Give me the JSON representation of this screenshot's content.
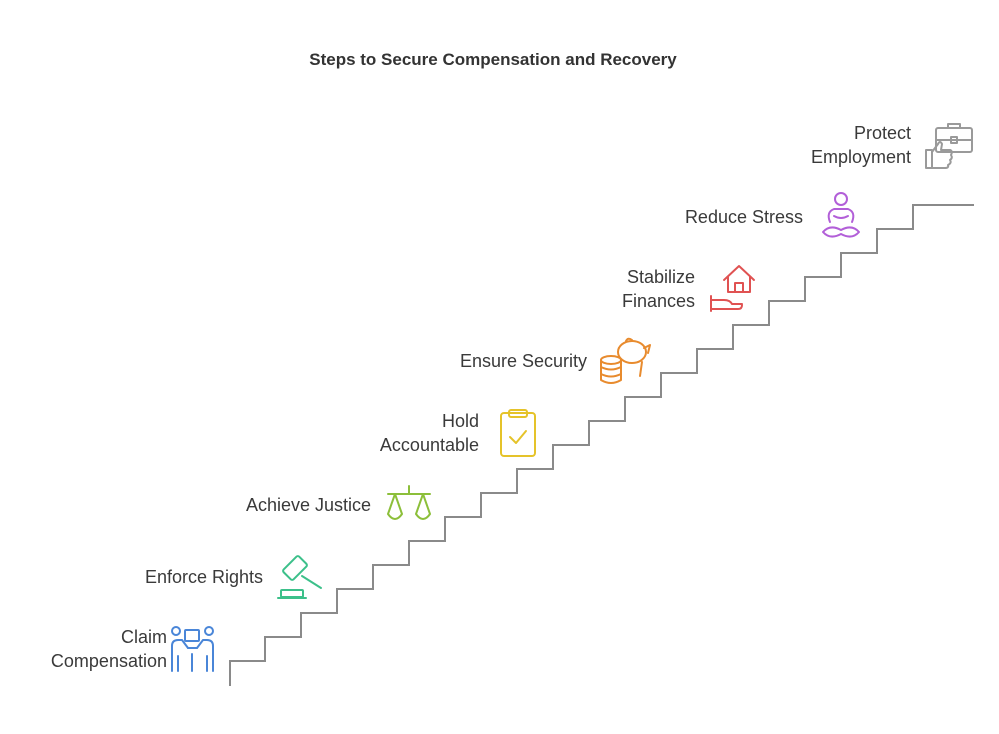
{
  "title": "Steps to Secure Compensation and Recovery",
  "steps": [
    {
      "lines": [
        "Claim",
        "Compensation"
      ],
      "icon": "handshake-people-icon",
      "color": "#4a86d8"
    },
    {
      "lines": [
        "Enforce Rights"
      ],
      "icon": "gavel-icon",
      "color": "#3cc08a"
    },
    {
      "lines": [
        "Achieve Justice"
      ],
      "icon": "scales-icon",
      "color": "#8cbf3a"
    },
    {
      "lines": [
        "Hold",
        "Accountable"
      ],
      "icon": "clipboard-check-icon",
      "color": "#e5c32a"
    },
    {
      "lines": [
        "Ensure Security"
      ],
      "icon": "piggy-bank-coins-icon",
      "color": "#e88b2e"
    },
    {
      "lines": [
        "Stabilize",
        "Finances"
      ],
      "icon": "house-hand-icon",
      "color": "#e05252"
    },
    {
      "lines": [
        "Reduce Stress"
      ],
      "icon": "meditation-icon",
      "color": "#b25fd8"
    },
    {
      "lines": [
        "Protect",
        "Employment"
      ],
      "icon": "briefcase-thumbs-up-icon",
      "color": "#9a9a9a"
    }
  ]
}
